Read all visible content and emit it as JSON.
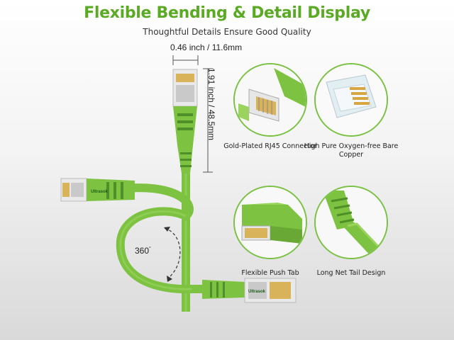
{
  "header": {
    "title": "Flexible Bending & Detail Display",
    "subtitle": "Thoughtful Details Ensure Good Quality"
  },
  "dimensions": {
    "width_label": "0.46 inch / 11.6mm",
    "height_label": "1.91 inch / 48.5mm"
  },
  "rotation": {
    "label": "360",
    "degree_mark": "°"
  },
  "brand": "Ultrasok",
  "features": [
    {
      "caption": "Gold-Plated RJ45 Connector"
    },
    {
      "caption": "High Pure Oxygen-free Bare Copper"
    },
    {
      "caption": "Flexible Push Tab"
    },
    {
      "caption": "Long Net Tail Design"
    }
  ],
  "colors": {
    "accent_green": "#7ac143",
    "cable_green": "#7dc241",
    "dark_green": "#4e8f27",
    "gold": "#d8b35a",
    "title_green": "#5aaa24"
  }
}
